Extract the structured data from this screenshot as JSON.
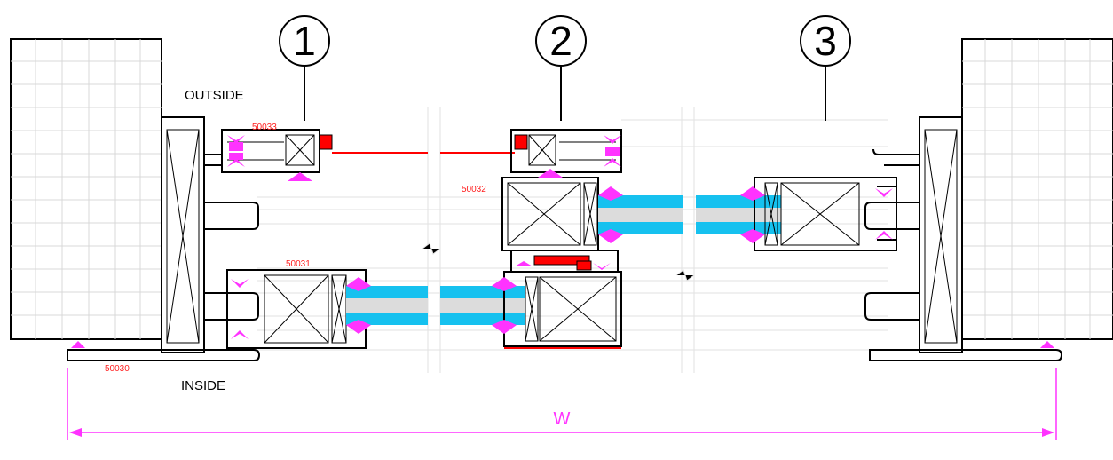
{
  "labels": {
    "outside": "OUTSIDE",
    "inside": "INSIDE",
    "dimension": "W"
  },
  "callouts": [
    "1",
    "2",
    "3"
  ],
  "part_codes": {
    "top_left_rail": "50033",
    "middle_sash": "50032",
    "lower_sash": "50031",
    "sill": "50030"
  },
  "colors": {
    "outline": "#000000",
    "glass": "#16c1ef",
    "gasket": "#ff33ff",
    "seal": "#ff0000",
    "dimension": "#ff33ff",
    "wall": "#d8d8d8"
  }
}
